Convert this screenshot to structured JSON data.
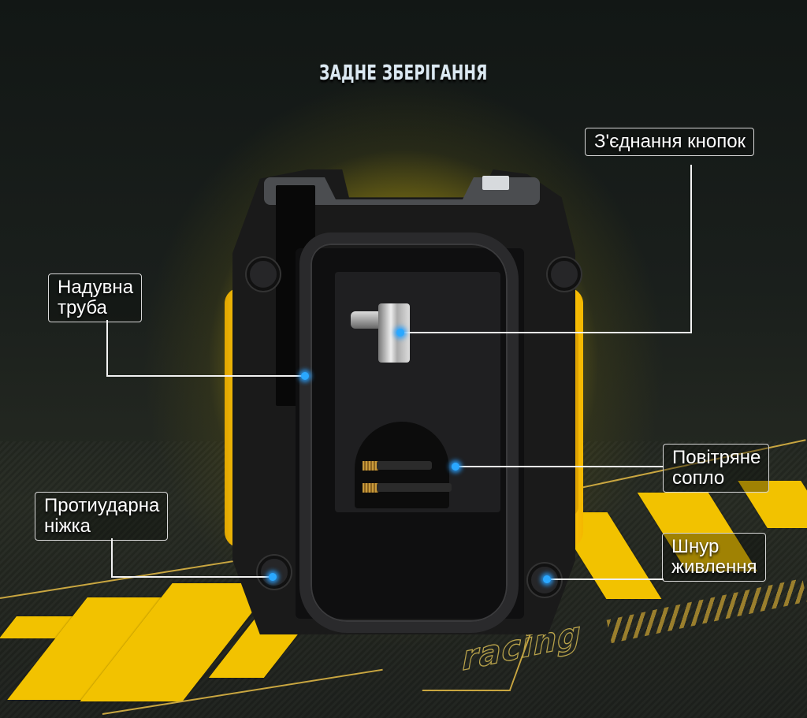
{
  "title": "ЗАДНЕ ЗБЕРІГАННЯ",
  "product": {
    "type": "tire inflator (rear storage view)",
    "colors": {
      "body": "#1a1a1a",
      "bumper": "#f4b800",
      "glow": "#ffe600",
      "callout_dot": "#2aa8ff"
    }
  },
  "callouts": [
    {
      "id": "button-connection",
      "lines": [
        "З'єднання кнопок"
      ]
    },
    {
      "id": "inflation-hose",
      "lines": [
        "Надувна",
        "труба"
      ]
    },
    {
      "id": "air-nozzle",
      "lines": [
        "Повітряне",
        "сопло"
      ]
    },
    {
      "id": "shockproof-foot",
      "lines": [
        "Протиударна",
        "ніжка"
      ]
    },
    {
      "id": "power-cord",
      "lines": [
        "Шнур",
        "живлення"
      ]
    }
  ],
  "background": {
    "floor_text": "racing",
    "hazard_stripe_color": "#f2c200",
    "accent_line_color": "#c9a640"
  }
}
